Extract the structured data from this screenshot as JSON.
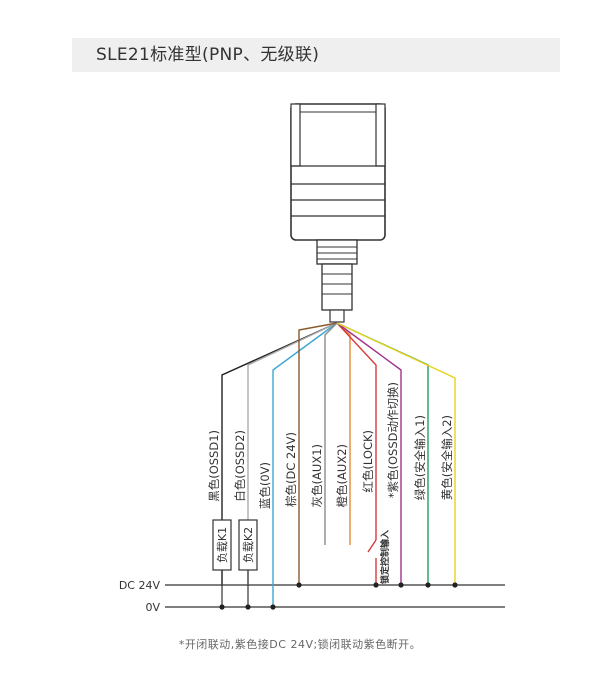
{
  "title": "SLE21标准型(PNP、无级联)",
  "wires": [
    {
      "label": "黑色(OSSD1)",
      "color": "#222222"
    },
    {
      "label": "白色(OSSD2)",
      "color": "#aaaaaa"
    },
    {
      "label": "蓝色(0V)",
      "color": "#3aa7d4"
    },
    {
      "label": "棕色(DC 24V)",
      "color": "#8b5a2b"
    },
    {
      "label": "灰色(AUX1)",
      "color": "#8c8c8c"
    },
    {
      "label": "橙色(AUX2)",
      "color": "#e58a2e"
    },
    {
      "label": "红色(LOCK)",
      "color": "#d93a3a"
    },
    {
      "label": "*紫色(OSSD动作切换)",
      "color": "#a0308c"
    },
    {
      "label": "绿色(安全输入1)",
      "color": "#1fa05a"
    },
    {
      "label": "黄色(安全输入2)",
      "color": "#e8d21e"
    }
  ],
  "loads": [
    "负载K1",
    "负载K2"
  ],
  "switch_label": "锁定控制输入",
  "rails": {
    "dc24v": "DC 24V",
    "zero_v": "0V"
  },
  "footnote": "*开闭联动,紫色接DC 24V;锁闭联动紫色断开。"
}
